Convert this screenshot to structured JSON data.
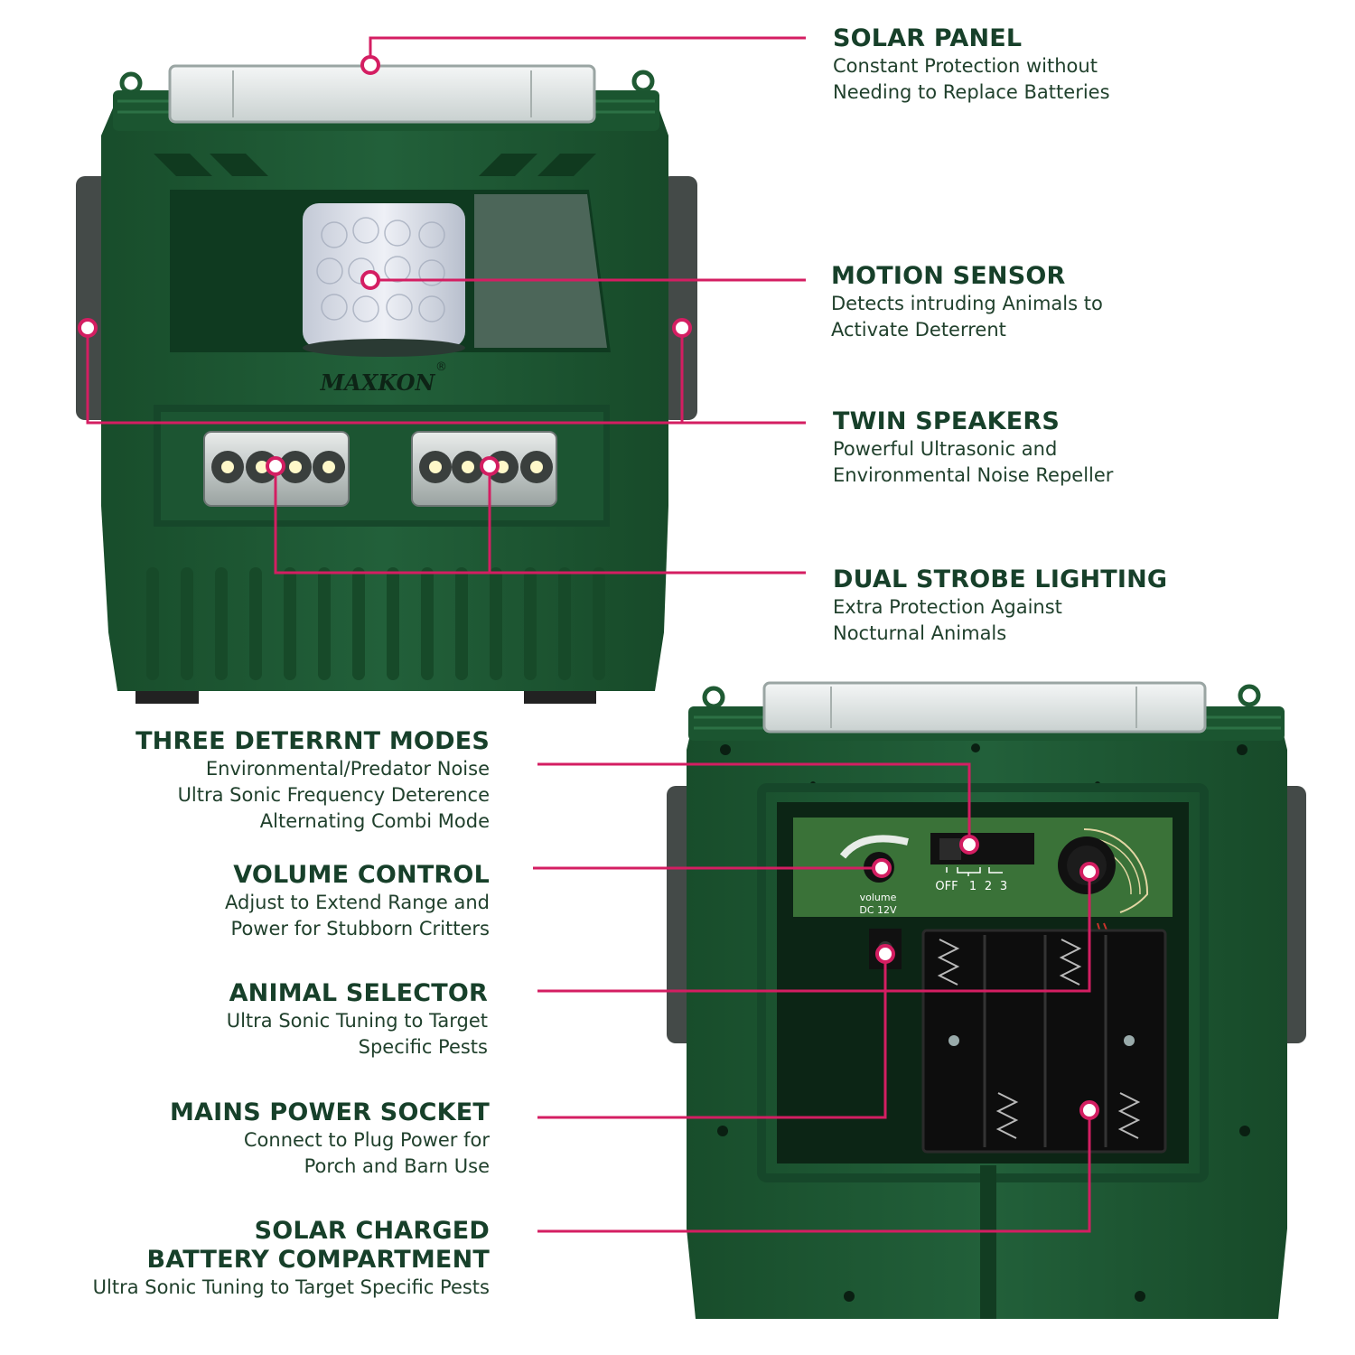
{
  "colors": {
    "callout": "#d41e62",
    "heading": "#17402a",
    "housing": "#1f5a33",
    "housing_dark": "#123d22"
  },
  "device_front": {
    "brand_logo": "MAXKON",
    "registered_mark": "®"
  },
  "device_back": {
    "volume_label": "volume",
    "dc_label": "DC 12V",
    "switch_off": "OFF",
    "switch_1": "1",
    "switch_2": "2",
    "switch_3": "3"
  },
  "callouts_right": [
    {
      "title": "SOLAR PANEL",
      "desc1": "Constant Protection without",
      "desc2": "Needing to Replace Batteries"
    },
    {
      "title": "MOTION SENSOR",
      "desc1": "Detects intruding Animals to",
      "desc2": "Activate Deterrent"
    },
    {
      "title": "TWIN SPEAKERS",
      "desc1": "Powerful Ultrasonic and",
      "desc2": "Environmental Noise Repeller"
    },
    {
      "title": "DUAL STROBE LIGHTING",
      "desc1": "Extra Protection Against",
      "desc2": "Nocturnal Animals"
    }
  ],
  "callouts_left": [
    {
      "title": "THREE DETERRNT  MODES",
      "desc1": "Environmental/Predator Noise",
      "desc2": "Ultra Sonic Frequency Deterence",
      "desc3": "Alternating Combi Mode"
    },
    {
      "title": "VOLUME CONTROL",
      "desc1": "Adjust to Extend Range and",
      "desc2": "Power for Stubborn Critters"
    },
    {
      "title": "ANIMAL SELECTOR",
      "desc1": "Ultra Sonic Tuning to Target",
      "desc2": "Specific Pests"
    },
    {
      "title": "MAINS POWER SOCKET",
      "desc1": "Connect to Plug Power for",
      "desc2": "Porch and Barn Use"
    },
    {
      "title": "SOLAR CHARGED",
      "title2": "BATTERY COMPARTMENT",
      "desc1": "Ultra Sonic Tuning to Target Specific Pests"
    }
  ]
}
